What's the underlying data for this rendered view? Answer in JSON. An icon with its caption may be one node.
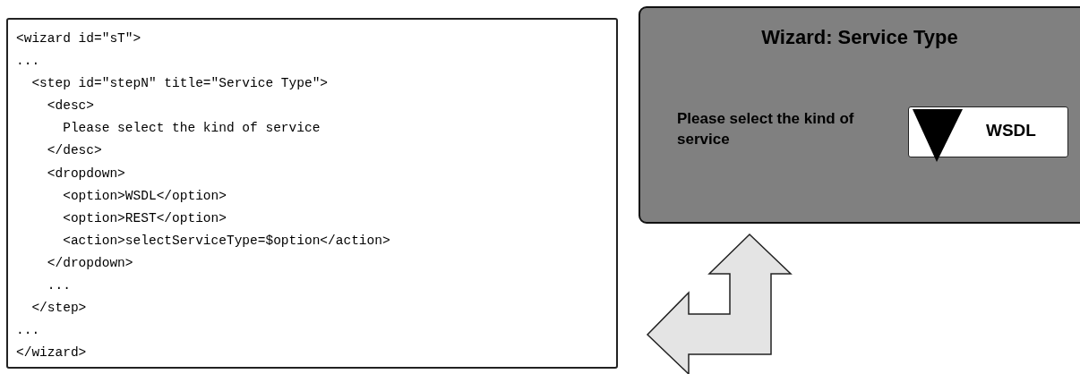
{
  "diagram": {
    "nodes": [
      {
        "text": [
          "<wizard id=\"sT\">",
          "...",
          "  <step id=\"stepN\" title=\"Service Type\">",
          "    <desc>",
          "      Please select the kind of service",
          "    </desc>",
          "    <dropdown>",
          "      <option>WSDL</option>",
          "      <option>REST</option>",
          "      <action>selectServiceType=$option</action>",
          "    </dropdown>",
          "    ...",
          "  </step>",
          "...",
          "</wizard>"
        ]
      },
      {
        "text": [
          "Wizard: Service Type"
        ]
      },
      {
        "text": [
          "WSDL"
        ],
        "in": 1
      }
    ],
    "edges": [
      {
        "from": 0,
        "to": 1,
        "arrow": "both"
      }
    ],
    "labels": [
      "Please select the kind of service"
    ]
  }
}
